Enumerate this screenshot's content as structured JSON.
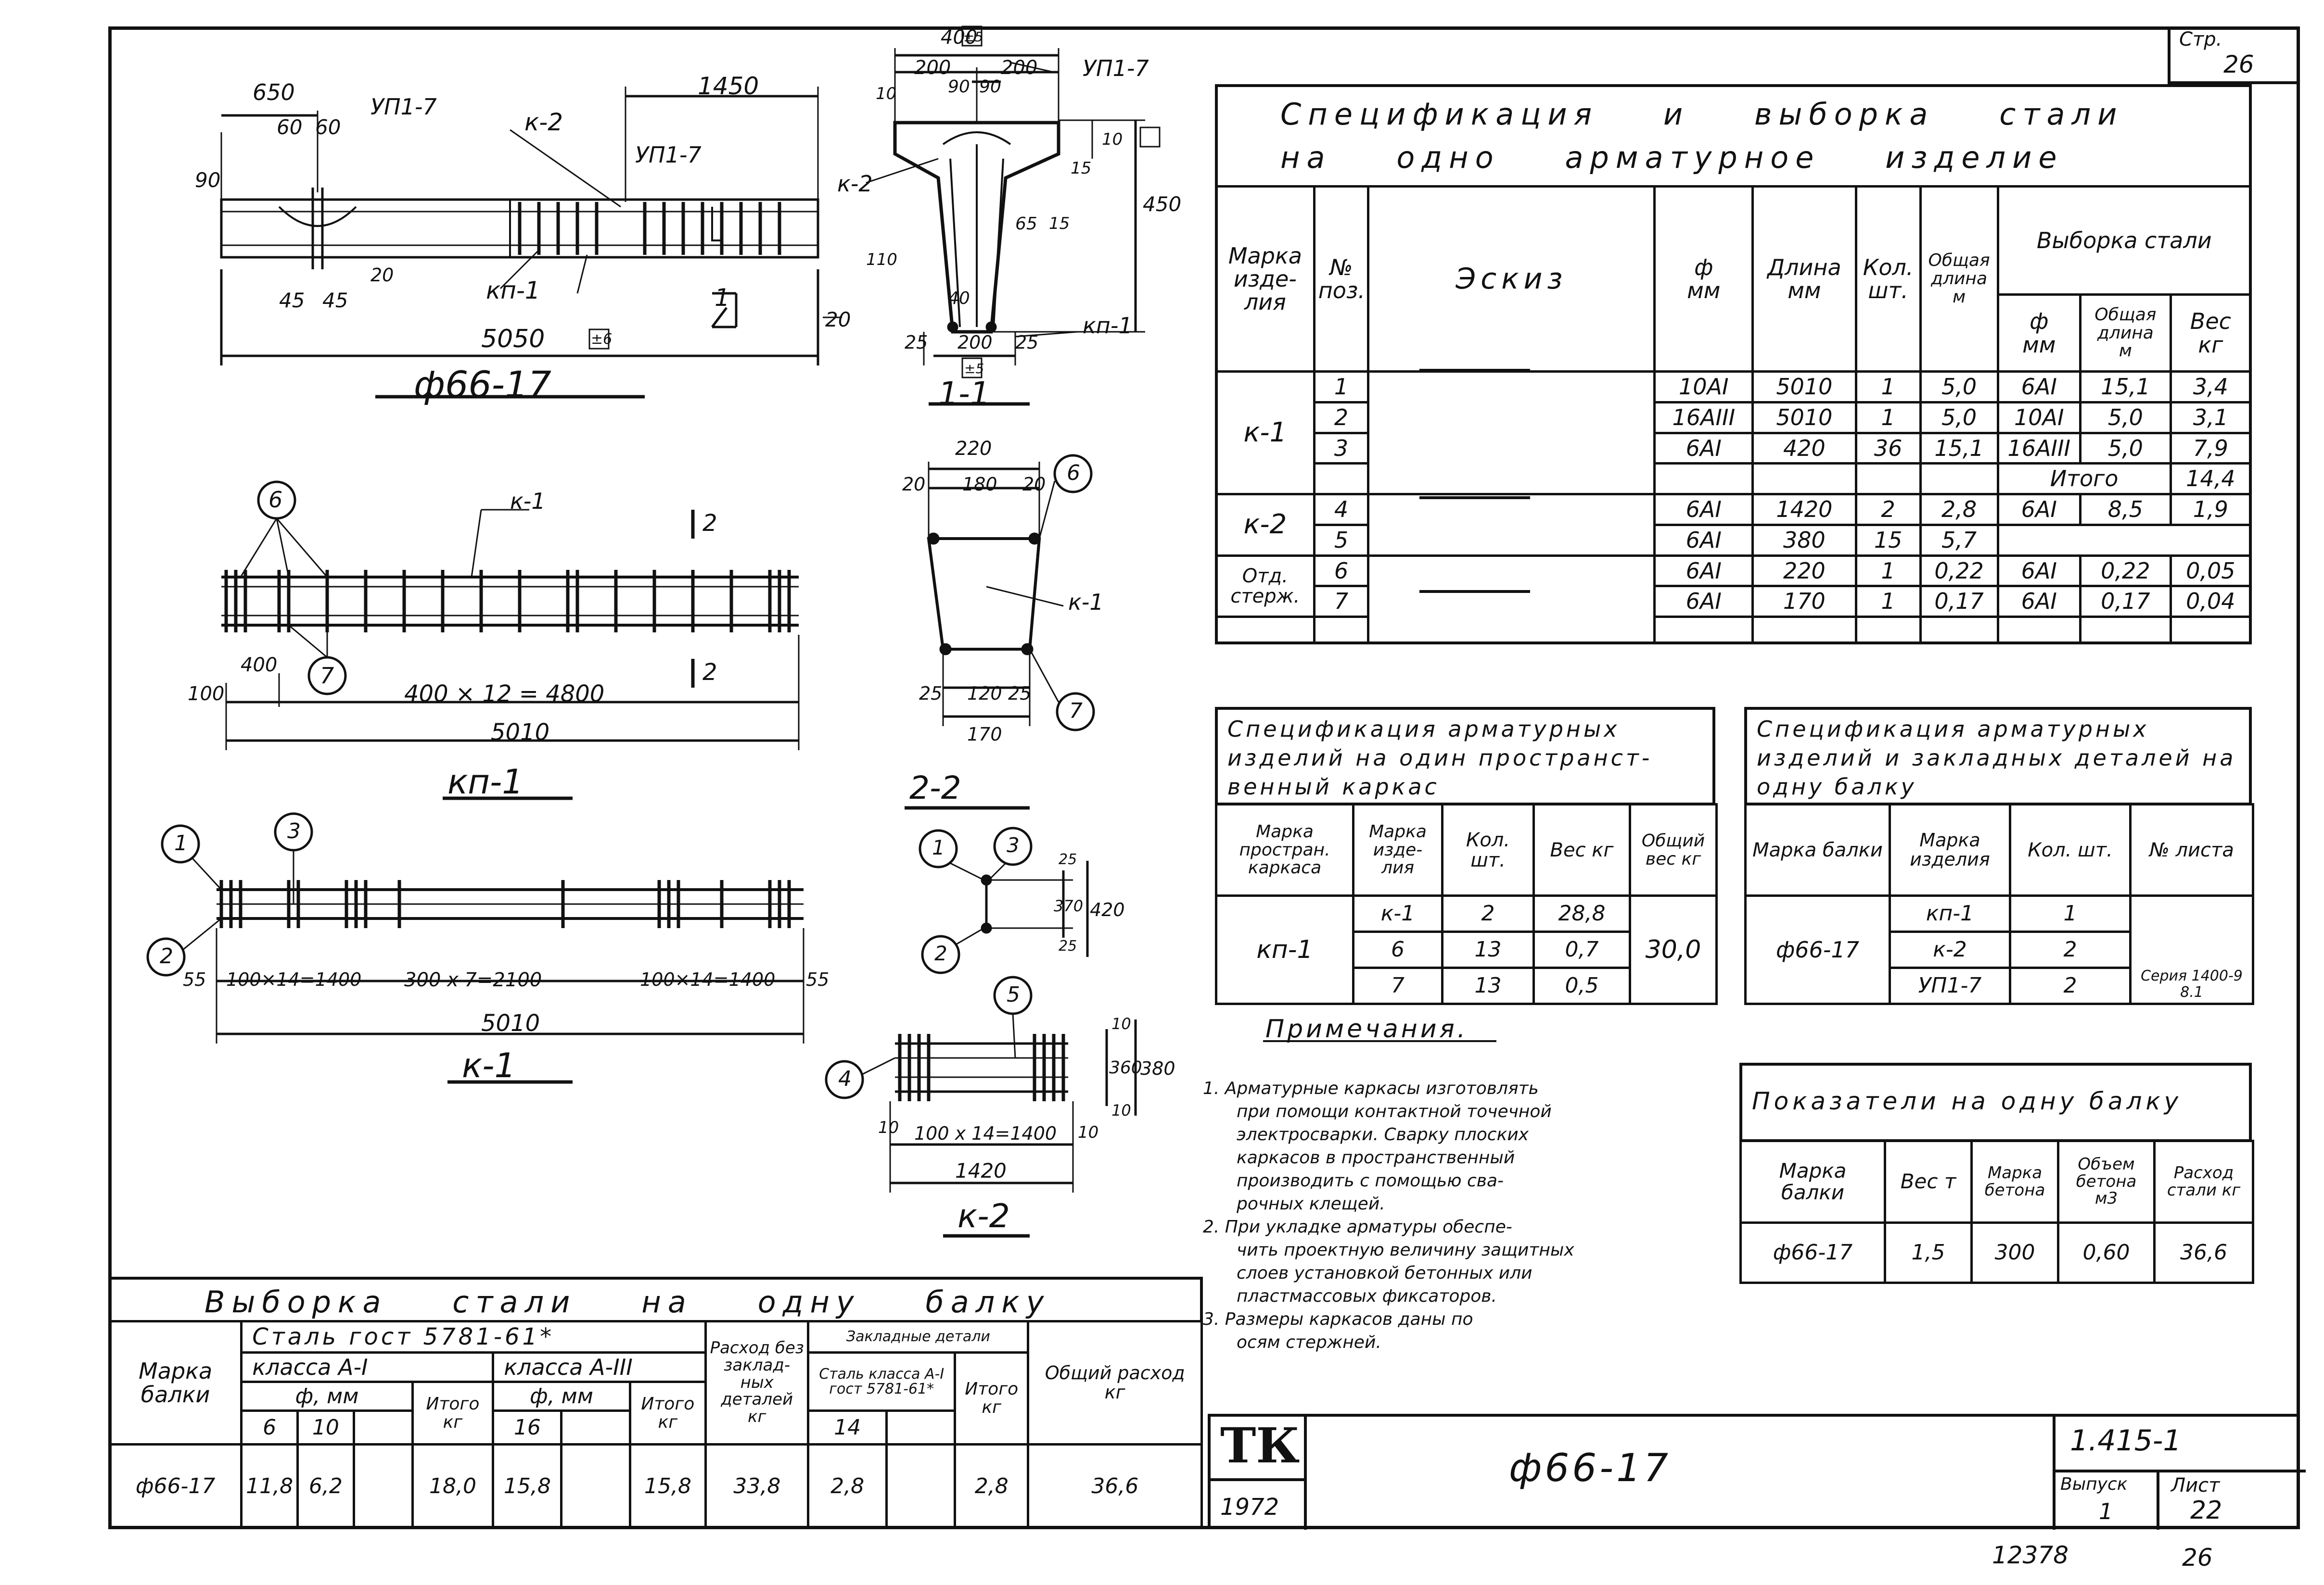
{
  "page_corner": {
    "label": "Стр.",
    "number": "26"
  },
  "spec_main": {
    "title_line1": "Спецификация    и    выборка    стали",
    "title_line2": "на    одно    арматурное    изделие",
    "headers": {
      "marka": "Марка изде- лия",
      "pos": "№ поз.",
      "sketch": "Эскиз",
      "dia": "ф",
      "dia_unit": "мм",
      "len": "Длина",
      "len_unit": "мм",
      "qty": "Кол.",
      "qty_unit": "шт.",
      "total_len": "Общая длина",
      "total_len_unit": "м",
      "selection": "Выборка стали",
      "sel_dia": "ф",
      "sel_dia_unit": "мм",
      "sel_len": "Общая длина",
      "sel_len_unit": "м",
      "sel_weight": "Вес",
      "sel_weight_unit": "кг"
    },
    "rows": [
      {
        "mark": "к-1",
        "pos": "1",
        "dia": "10АI",
        "len": "5010",
        "qty": "1",
        "total": "5,0",
        "sel_dia": "6АI",
        "sel_len": "15,1",
        "sel_w": "3,4"
      },
      {
        "mark": "",
        "pos": "2",
        "dia": "16АIII",
        "len": "5010",
        "qty": "1",
        "total": "5,0",
        "sel_dia": "10АI",
        "sel_len": "5,0",
        "sel_w": "3,1"
      },
      {
        "mark": "",
        "pos": "3",
        "dia": "6АI",
        "len": "420",
        "qty": "36",
        "total": "15,1",
        "sel_dia": "16АIII",
        "sel_len": "5,0",
        "sel_w": "7,9"
      },
      {
        "mark": "",
        "pos": "",
        "dia": "",
        "len": "",
        "qty": "",
        "total": "",
        "sel_dia": "",
        "sel_len": "Итого",
        "sel_w": "14,4"
      },
      {
        "mark": "к-2",
        "pos": "4",
        "dia": "6АI",
        "len": "1420",
        "qty": "2",
        "total": "2,8",
        "sel_dia": "6АI",
        "sel_len": "8,5",
        "sel_w": "1,9"
      },
      {
        "mark": "",
        "pos": "5",
        "dia": "6АI",
        "len": "380",
        "qty": "15",
        "total": "5,7",
        "sel_dia": "",
        "sel_len": "",
        "sel_w": ""
      },
      {
        "mark": "Отд. стерж.",
        "pos": "6",
        "dia": "6АI",
        "len": "220",
        "qty": "1",
        "total": "0,22",
        "sel_dia": "6АI",
        "sel_len": "0,22",
        "sel_w": "0,05"
      },
      {
        "mark": "",
        "pos": "7",
        "dia": "6АI",
        "len": "170",
        "qty": "1",
        "total": "0,17",
        "sel_dia": "6АI",
        "sel_len": "0,17",
        "sel_w": "0,04"
      }
    ]
  },
  "spec_frame": {
    "title": "Спецификация арматурных изделий на один пространст- венный каркас",
    "headers": {
      "marka": "Марка простран. каркаса",
      "item": "Марка изде- лия",
      "qty": "Кол. шт.",
      "weight": "Вес кг",
      "total": "Общий вес кг"
    },
    "group": "кп-1",
    "total": "30,0",
    "rows": [
      {
        "item": "к-1",
        "qty": "2",
        "weight": "28,8"
      },
      {
        "item": "6",
        "qty": "13",
        "weight": "0,7"
      },
      {
        "item": "7",
        "qty": "13",
        "weight": "0,5"
      }
    ]
  },
  "spec_beam": {
    "title": "Спецификация арматурных изделий и закладных деталей на одну балку",
    "headers": {
      "marka": "Марка балки",
      "item": "Марка изделия",
      "qty": "Кол. шт.",
      "sheet": "№ листа"
    },
    "beam": "ф66-17",
    "rows": [
      {
        "item": "кп-1",
        "qty": "1"
      },
      {
        "item": "к-2",
        "qty": "2"
      },
      {
        "item": "УП1-7",
        "qty": "2"
      }
    ],
    "series": "Серия 1400-9 8.1"
  },
  "indicators": {
    "title": "Показатели на одну балку",
    "headers": {
      "marka": "Марка балки",
      "weight": "Вес т",
      "concrete": "Марка бетона",
      "volume": "Объем бетона м3",
      "steel": "Расход стали кг"
    },
    "row": {
      "marka": "ф66-17",
      "weight": "1,5",
      "concrete": "300",
      "volume": "0,60",
      "steel": "36,6"
    }
  },
  "notes": {
    "title": "Примечания.",
    "items": [
      "1. Арматурные каркасы изготовлять",
      "при помощи контактной точечной",
      "электросварки. Сварку плоских",
      "каркасов в пространственный",
      "производить с помощью сва-",
      "рочных клещей.",
      "2. При укладке арматуры обеспе-",
      "чить проектную величину защитных",
      "слоев установкой бетонных или",
      "пластмассовых фиксаторов.",
      "3. Размеры каркасов даны по",
      "осям стержней."
    ]
  },
  "steel_selection": {
    "title": "Выборка    стали    на    одну    балку",
    "steel_std": "Сталь  гост  5781-61*",
    "class_a1": "класса А-I",
    "class_a3": "класса А-III",
    "dia_mm": "ф, мм",
    "dia_mm2": "ф, мм",
    "total_label": "Итого кг",
    "total_label2": "Итого кг",
    "d6": "6",
    "d10": "10",
    "d16": "16",
    "d14": "14",
    "no_embedded": "Расход без заклад- ных деталей кг",
    "embedded": "Закладные детали",
    "embedded_std": "Сталь класса А-I гост 5781-61*",
    "emb_total": "Итого кг",
    "overall": "Общий расход кг",
    "marka": "Марка балки",
    "row": {
      "marka": "ф66-17",
      "d6": "11,8",
      "d10": "6,2",
      "sum1": "18,0",
      "d16": "15,8",
      "sum3": "15,8",
      "noemb": "33,8",
      "d14": "2,8",
      "embsum": "2,8",
      "overall": "36,6"
    }
  },
  "title_block": {
    "logo": "ТК",
    "year": "1972",
    "title": "ф66-17",
    "doc": "1.415-1",
    "issue_label": "Выпуск",
    "issue": "1",
    "sheet_label": "Лист",
    "sheet": "22"
  },
  "footer": {
    "archive": "12378",
    "page": "26"
  },
  "drawings": {
    "beam": {
      "caption": "ф66-17",
      "d650": "650",
      "d60a": "60",
      "d60b": "60",
      "d90": "90",
      "d1450": "1450",
      "d45a": "45",
      "d45b": "45",
      "d20a": "20",
      "d20b": "20",
      "d5050": "5050",
      "tol": "±6",
      "upl1": "УП1-7",
      "upl2": "УП1-7",
      "k2": "к-2",
      "kp1": "кп-1",
      "sec": "1"
    },
    "section11": {
      "caption": "1-1",
      "d400": "400",
      "tol5": "±5",
      "d200a": "200",
      "d200b": "200",
      "d90a": "90",
      "d90b": "90",
      "d10": "10",
      "d15": "15",
      "d10b": "10",
      "d450": "450",
      "d65": "65",
      "d15b": "15",
      "d40": "40",
      "d110": "110",
      "d25a": "25",
      "d200": "200",
      "d25b": "25",
      "tol5b": "±5",
      "upl": "УП1-7",
      "k2": "к-2",
      "kp1": "кп-1"
    },
    "kp1": {
      "caption": "кп-1",
      "k1": "к-1",
      "n6": "6",
      "n7": "7",
      "d400": "400",
      "d100": "100",
      "d4800": "400 × 12 = 4800",
      "d5010": "5010",
      "sec2a": "2",
      "sec2b": "2"
    },
    "section22": {
      "caption": "2-2",
      "d220": "220",
      "d20a": "20",
      "d180": "180",
      "d20b": "20",
      "d25a": "25",
      "d120": "120",
      "d25b": "25",
      "d170": "170",
      "n6": "6",
      "n7": "7",
      "k1": "к-1"
    },
    "k1": {
      "caption": "к-1",
      "n1": "1",
      "n2": "2",
      "n3": "3",
      "d55a": "55",
      "d1400a": "100×14=1400",
      "d2100": "300 x 7=2100",
      "d1400b": "100×14=1400",
      "d55b": "55",
      "d5010": "5010"
    },
    "k1sec": {
      "n1": "1",
      "n2": "2",
      "n3": "3",
      "d25a": "25",
      "d370": "370",
      "d25b": "25",
      "d420": "420"
    },
    "k2": {
      "caption": "к-2",
      "n4": "4",
      "n5": "5",
      "d10a": "10",
      "d1400": "100 x 14=1400",
      "d10b": "10",
      "d1420": "1420",
      "d10c": "10",
      "d360": "360",
      "d10d": "10",
      "d380": "380"
    }
  }
}
